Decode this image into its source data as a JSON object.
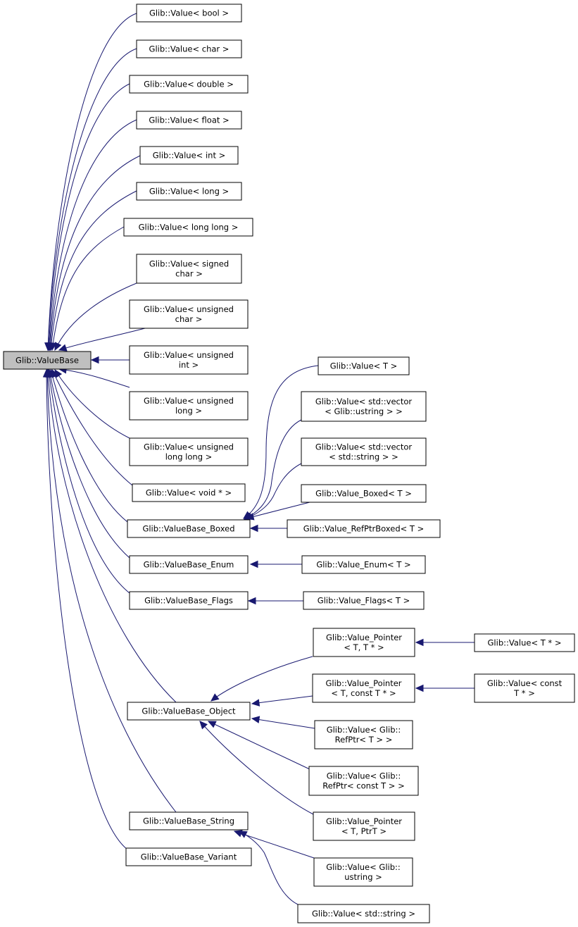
{
  "nodes": [
    {
      "id": "valuebase",
      "lines": [
        "Glib::ValueBase"
      ],
      "root": true
    },
    {
      "id": "v_bool",
      "lines": [
        "Glib::Value< bool >"
      ]
    },
    {
      "id": "v_char",
      "lines": [
        "Glib::Value< char >"
      ]
    },
    {
      "id": "v_double",
      "lines": [
        "Glib::Value< double >"
      ]
    },
    {
      "id": "v_float",
      "lines": [
        "Glib::Value< float >"
      ]
    },
    {
      "id": "v_int",
      "lines": [
        "Glib::Value< int >"
      ]
    },
    {
      "id": "v_long",
      "lines": [
        "Glib::Value< long >"
      ]
    },
    {
      "id": "v_longlong",
      "lines": [
        "Glib::Value< long long >"
      ]
    },
    {
      "id": "v_schar",
      "lines": [
        "Glib::Value< signed",
        "char >"
      ]
    },
    {
      "id": "v_uchar",
      "lines": [
        "Glib::Value< unsigned",
        "char >"
      ]
    },
    {
      "id": "v_uint",
      "lines": [
        "Glib::Value< unsigned",
        "int >"
      ]
    },
    {
      "id": "v_ulong",
      "lines": [
        "Glib::Value< unsigned",
        "long >"
      ]
    },
    {
      "id": "v_ulonglong",
      "lines": [
        "Glib::Value< unsigned",
        "long long >"
      ]
    },
    {
      "id": "v_voidp",
      "lines": [
        "Glib::Value< void * >"
      ]
    },
    {
      "id": "vb_boxed",
      "lines": [
        "Glib::ValueBase_Boxed"
      ]
    },
    {
      "id": "vb_enum",
      "lines": [
        "Glib::ValueBase_Enum"
      ]
    },
    {
      "id": "vb_flags",
      "lines": [
        "Glib::ValueBase_Flags"
      ]
    },
    {
      "id": "vb_object",
      "lines": [
        "Glib::ValueBase_Object"
      ]
    },
    {
      "id": "vb_string",
      "lines": [
        "Glib::ValueBase_String"
      ]
    },
    {
      "id": "vb_variant",
      "lines": [
        "Glib::ValueBase_Variant"
      ]
    },
    {
      "id": "v_T",
      "lines": [
        "Glib::Value< T >"
      ]
    },
    {
      "id": "v_vec_ustring",
      "lines": [
        "Glib::Value< std::vector",
        "< Glib::ustring > >"
      ]
    },
    {
      "id": "v_vec_string",
      "lines": [
        "Glib::Value< std::vector",
        "< std::string > >"
      ]
    },
    {
      "id": "v_boxed_T",
      "lines": [
        "Glib::Value_Boxed< T >"
      ]
    },
    {
      "id": "v_refptrboxed_T",
      "lines": [
        "Glib::Value_RefPtrBoxed< T >"
      ]
    },
    {
      "id": "v_enum_T",
      "lines": [
        "Glib::Value_Enum< T >"
      ]
    },
    {
      "id": "v_flags_T",
      "lines": [
        "Glib::Value_Flags< T >"
      ]
    },
    {
      "id": "vp_T_Tp",
      "lines": [
        "Glib::Value_Pointer",
        "< T, T * >"
      ]
    },
    {
      "id": "vp_T_cTp",
      "lines": [
        "Glib::Value_Pointer",
        "< T, const T * >"
      ]
    },
    {
      "id": "v_refptr_T",
      "lines": [
        "Glib::Value< Glib::",
        "RefPtr< T > >"
      ]
    },
    {
      "id": "v_refptr_cT",
      "lines": [
        "Glib::Value< Glib::",
        "RefPtr< const T > >"
      ]
    },
    {
      "id": "vp_T_PtrT",
      "lines": [
        "Glib::Value_Pointer",
        "< T, PtrT >"
      ]
    },
    {
      "id": "v_Tp",
      "lines": [
        "Glib::Value< T * >"
      ]
    },
    {
      "id": "v_cTp",
      "lines": [
        "Glib::Value< const",
        "T * >"
      ]
    },
    {
      "id": "v_ustring",
      "lines": [
        "Glib::Value< Glib::",
        "ustring >"
      ]
    },
    {
      "id": "v_stdstring",
      "lines": [
        "Glib::Value< std::string >"
      ]
    }
  ],
  "edges": [
    {
      "from": "v_bool",
      "to": "valuebase"
    },
    {
      "from": "v_char",
      "to": "valuebase"
    },
    {
      "from": "v_double",
      "to": "valuebase"
    },
    {
      "from": "v_float",
      "to": "valuebase"
    },
    {
      "from": "v_int",
      "to": "valuebase"
    },
    {
      "from": "v_long",
      "to": "valuebase"
    },
    {
      "from": "v_longlong",
      "to": "valuebase"
    },
    {
      "from": "v_schar",
      "to": "valuebase"
    },
    {
      "from": "v_uchar",
      "to": "valuebase"
    },
    {
      "from": "v_uint",
      "to": "valuebase"
    },
    {
      "from": "v_ulong",
      "to": "valuebase"
    },
    {
      "from": "v_ulonglong",
      "to": "valuebase"
    },
    {
      "from": "v_voidp",
      "to": "valuebase"
    },
    {
      "from": "vb_boxed",
      "to": "valuebase"
    },
    {
      "from": "vb_enum",
      "to": "valuebase"
    },
    {
      "from": "vb_flags",
      "to": "valuebase"
    },
    {
      "from": "vb_object",
      "to": "valuebase"
    },
    {
      "from": "vb_string",
      "to": "valuebase"
    },
    {
      "from": "vb_variant",
      "to": "valuebase"
    },
    {
      "from": "v_T",
      "to": "vb_boxed"
    },
    {
      "from": "v_vec_ustring",
      "to": "vb_boxed"
    },
    {
      "from": "v_vec_string",
      "to": "vb_boxed"
    },
    {
      "from": "v_boxed_T",
      "to": "vb_boxed"
    },
    {
      "from": "v_refptrboxed_T",
      "to": "vb_boxed"
    },
    {
      "from": "v_enum_T",
      "to": "vb_enum"
    },
    {
      "from": "v_flags_T",
      "to": "vb_flags"
    },
    {
      "from": "vp_T_Tp",
      "to": "vb_object"
    },
    {
      "from": "vp_T_cTp",
      "to": "vb_object"
    },
    {
      "from": "v_refptr_T",
      "to": "vb_object"
    },
    {
      "from": "v_refptr_cT",
      "to": "vb_object"
    },
    {
      "from": "vp_T_PtrT",
      "to": "vb_object"
    },
    {
      "from": "v_Tp",
      "to": "vp_T_Tp"
    },
    {
      "from": "v_cTp",
      "to": "vp_T_cTp"
    },
    {
      "from": "v_ustring",
      "to": "vb_string"
    },
    {
      "from": "v_stdstring",
      "to": "vb_string"
    }
  ],
  "colors": {
    "edge": "#191970",
    "root_fill": "#bfbfbf",
    "node_border": "#000000"
  }
}
